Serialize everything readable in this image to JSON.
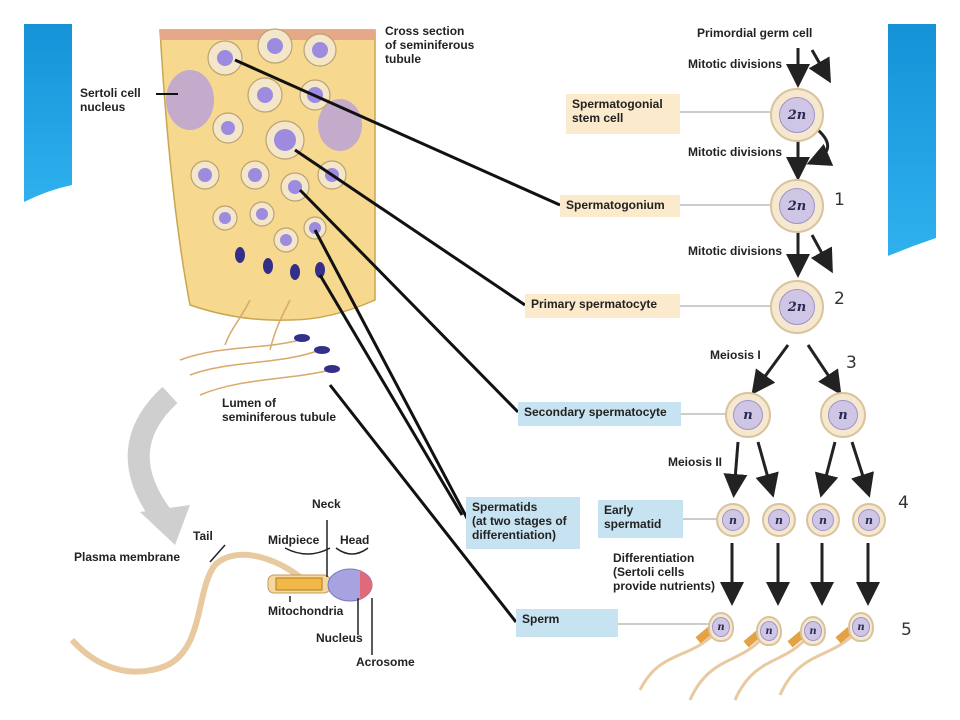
{
  "labels": {
    "cross_section": "Cross section\nof seminiferous\ntubule",
    "sertoli_nucleus": "Sertoli cell\nnucleus",
    "lumen": "Lumen of\nseminiferous tubule",
    "primordial": "Primordial germ cell",
    "mitotic1": "Mitotic divisions",
    "mitotic2": "Mitotic divisions",
    "mitotic3": "Mitotic divisions",
    "meiosis1": "Meiosis I",
    "meiosis2": "Meiosis II",
    "differentiation": "Differentiation\n(Sertoli cells\nprovide nutrients)",
    "neck": "Neck",
    "tail": "Tail",
    "midpiece": "Midpiece",
    "head": "Head",
    "plasma_membrane": "Plasma membrane",
    "mitochondria": "Mitochondria",
    "nucleus": "Nucleus",
    "acrosome": "Acrosome"
  },
  "boxes": {
    "stem_cell": "Spermatogonial\nstem cell",
    "spermatogonium": "Spermatogonium",
    "primary": "Primary spermatocyte",
    "secondary": "Secondary spermatocyte",
    "spermatids": "Spermatids\n(at two stages of\ndifferentiation)",
    "early_spermatid": "Early\nspermatid",
    "sperm": "Sperm"
  },
  "cells": {
    "stem": "2n",
    "spermatogonium": "2n",
    "primary": "2n",
    "secondary": [
      "n",
      "n"
    ],
    "spermatids": [
      "n",
      "n",
      "n",
      "n"
    ],
    "sperm": [
      "n",
      "n",
      "n",
      "n"
    ]
  },
  "numbers": [
    "1",
    "2",
    "3",
    "4",
    "5"
  ],
  "colors": {
    "accent_blue": "#1e9fe0",
    "tubule_fill": "#f7d98a",
    "box_tan": "#fbeacb",
    "box_blue": "#c7e3f1"
  }
}
